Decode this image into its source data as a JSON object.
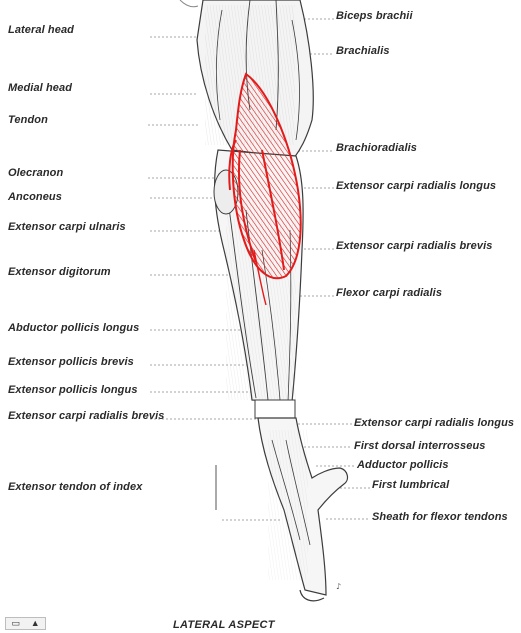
{
  "labels_left": [
    "Lateral head",
    "Medial head",
    "Tendon",
    "Olecranon",
    "Anconeus",
    "Extensor carpi ulnaris",
    "Extensor digitorum",
    "Abductor pollicis longus",
    "Extensor pollicis brevis",
    "Extensor pollicis longus",
    "Extensor carpi radialis brevis",
    "Extensor tendon of index"
  ],
  "labels_right": [
    "Biceps brachii",
    "Brachialis",
    "Brachioradialis",
    "Extensor carpi radialis longus",
    "Extensor carpi radialis brevis",
    "Flexor carpi radialis",
    "Extensor carpi radialis longus",
    "First dorsal interrosseus",
    "Adductor pollicis",
    "First lumbrical",
    "Sheath for flexor tendons"
  ],
  "caption": "LATERAL ASPECT",
  "controls": {
    "icon": "slide-icon",
    "toggle": "▲"
  },
  "colors": {
    "highlight": "#e31b1b",
    "outline": "#3c3c3c",
    "label": "#2a2a2a"
  }
}
